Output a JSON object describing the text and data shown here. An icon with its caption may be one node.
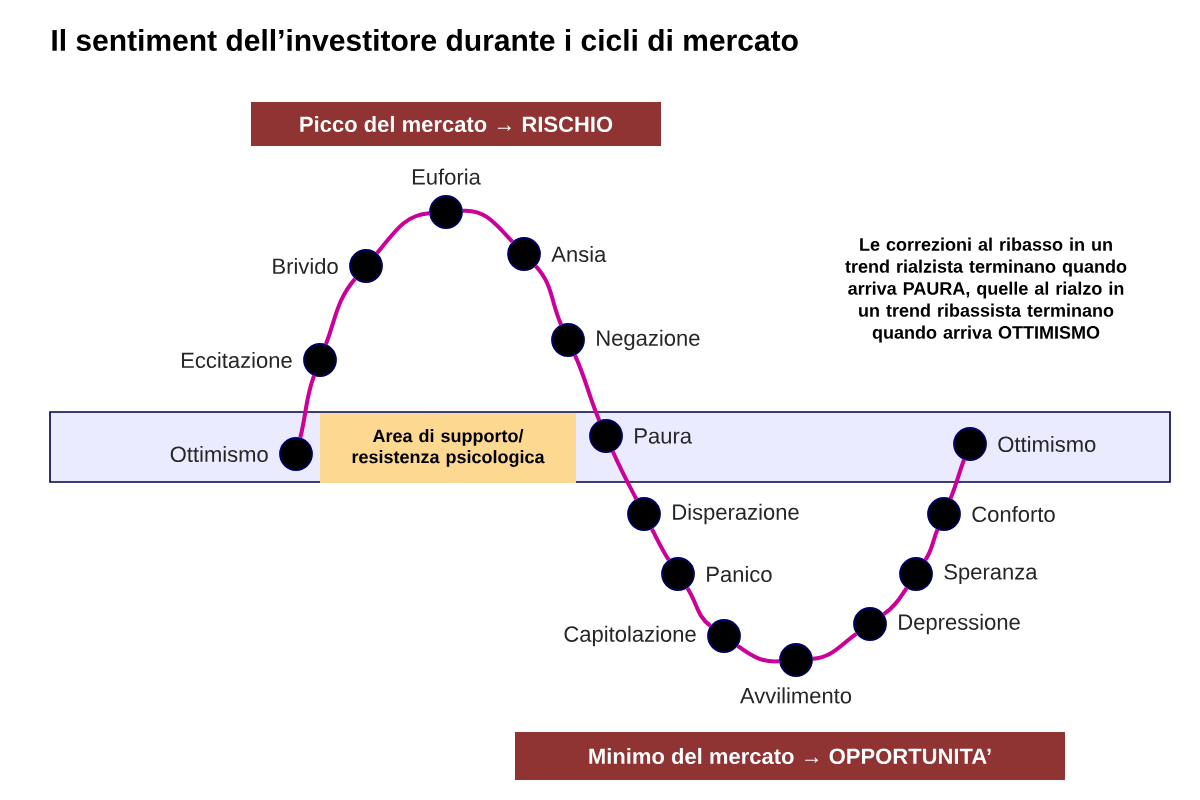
{
  "diagram": {
    "title": "Il sentiment dell’investitore durante i cicli di mercato",
    "nodes": [
      {
        "text": [
          "Picco del mercato → RISCHIO"
        ]
      },
      {
        "text": [
          "Area di supporto/ resistenza psicologica"
        ]
      },
      {
        "text": [],
        "shape": "circle",
        "beside": [
          "Ottimismo"
        ]
      },
      {
        "text": [],
        "shape": "circle",
        "beside": [
          "Eccitazione"
        ]
      },
      {
        "text": [],
        "shape": "circle",
        "beside": [
          "Brivido"
        ]
      },
      {
        "text": [],
        "shape": "circle",
        "beside": [
          "Euforia"
        ]
      },
      {
        "text": [],
        "shape": "circle",
        "beside": [
          "Ansia"
        ]
      },
      {
        "text": [],
        "shape": "circle",
        "beside": [
          "Negazione"
        ]
      },
      {
        "text": [],
        "shape": "circle",
        "beside": [
          "Paura"
        ]
      },
      {
        "text": [],
        "shape": "circle",
        "beside": [
          "Disperazione"
        ]
      },
      {
        "text": [],
        "shape": "circle",
        "beside": [
          "Panico"
        ]
      },
      {
        "text": [],
        "shape": "circle",
        "beside": [
          "Capitolazione"
        ]
      },
      {
        "text": [],
        "shape": "circle",
        "beside": [
          "Avvilimento"
        ]
      },
      {
        "text": [],
        "shape": "circle",
        "beside": [
          "Depressione"
        ]
      },
      {
        "text": [],
        "shape": "circle",
        "beside": [
          "Speranza"
        ]
      },
      {
        "text": [],
        "shape": "circle",
        "beside": [
          "Conforto"
        ]
      },
      {
        "text": [],
        "shape": "circle",
        "beside": [
          "Ottimismo"
        ]
      },
      {
        "text": [
          "Minimo del mercato → OPPORTUNITA’"
        ]
      }
    ],
    "edges": [
      {
        "from": 2,
        "to": 3,
        "arrow": "none"
      },
      {
        "from": 3,
        "to": 4,
        "arrow": "none"
      },
      {
        "from": 4,
        "to": 5,
        "arrow": "none"
      },
      {
        "from": 5,
        "to": 6,
        "arrow": "none"
      },
      {
        "from": 6,
        "to": 7,
        "arrow": "none"
      },
      {
        "from": 7,
        "to": 8,
        "arrow": "none"
      },
      {
        "from": 8,
        "to": 9,
        "arrow": "none"
      },
      {
        "from": 9,
        "to": 10,
        "arrow": "none"
      },
      {
        "from": 10,
        "to": 11,
        "arrow": "none"
      },
      {
        "from": 11,
        "to": 12,
        "arrow": "none"
      },
      {
        "from": 12,
        "to": 13,
        "arrow": "none"
      },
      {
        "from": 13,
        "to": 14,
        "arrow": "none"
      },
      {
        "from": 14,
        "to": 15,
        "arrow": "none"
      },
      {
        "from": 15,
        "to": 16,
        "arrow": "none"
      }
    ],
    "labels": [
      "Le correzioni al ribasso in un trend rialzista terminano quando arriva PAURA, quelle al rialzo in un trend ribassista terminano quando arriva OTTIMISMO"
    ]
  }
}
